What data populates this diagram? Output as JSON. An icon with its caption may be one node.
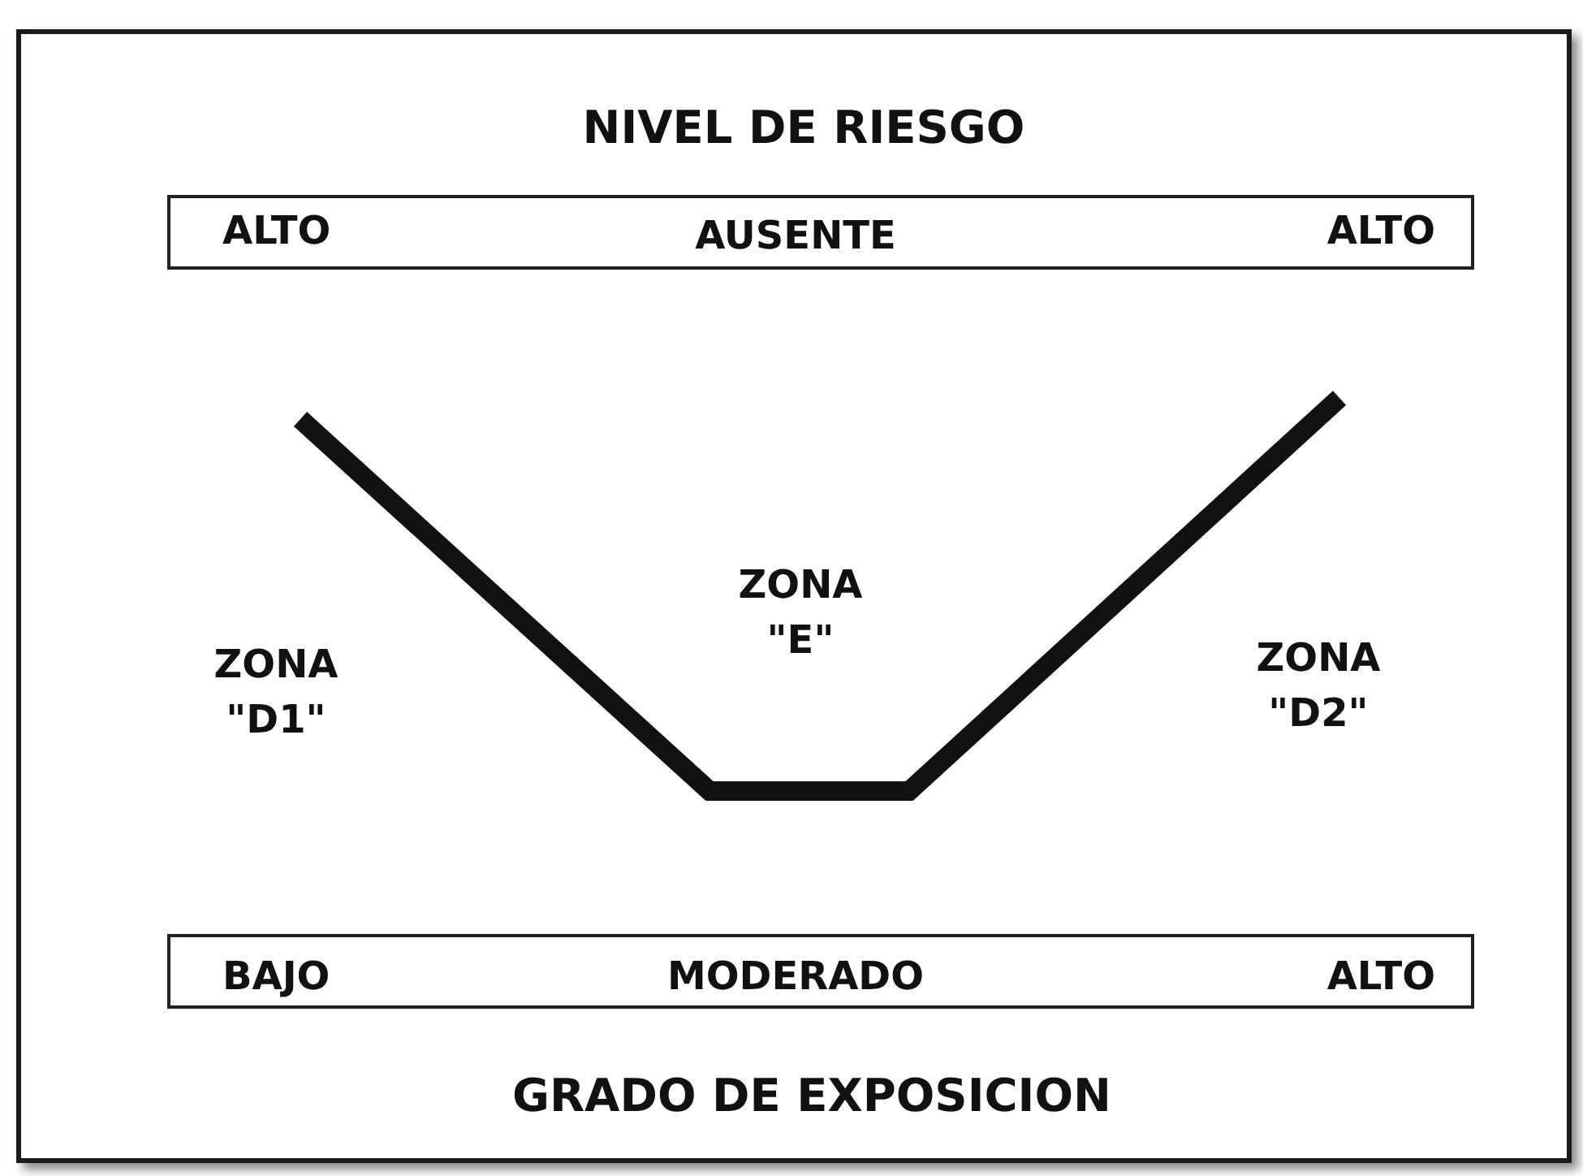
{
  "diagram": {
    "title": "NIVEL DE RIESGO",
    "caption": "GRADO DE EXPOSICION",
    "nodes": [
      {
        "text": [
          "ALTO",
          "AUSENTE",
          "ALTO"
        ]
      },
      {
        "text": [
          "BAJO",
          "MODERADO",
          "ALTO"
        ]
      }
    ],
    "edges": [],
    "labels": [
      "ZONA \"D1\"",
      "ZONA \"E\"",
      "ZONA \"D2\""
    ]
  }
}
